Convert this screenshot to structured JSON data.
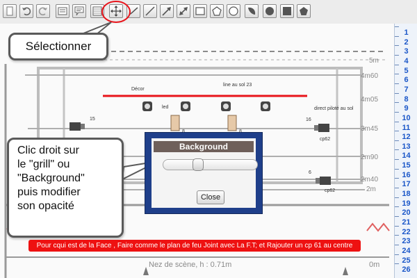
{
  "toolbar": {
    "tools": [
      "new-page",
      "undo",
      "redo",
      "text",
      "comment",
      "grid",
      "select-move",
      "curve",
      "line",
      "arrow",
      "double-arrow",
      "rectangle",
      "pentagon",
      "circle",
      "filled-shape",
      "filled-circle",
      "filled-square",
      "filled-pentagon"
    ]
  },
  "callouts": {
    "selectionner": "Sélectionner",
    "clic_droit": [
      "Clic droit sur",
      "le \"grill\" ou",
      "\"Background\"",
      "puis modifier",
      "son opacité"
    ]
  },
  "stage": {
    "decor": "Décor",
    "line_au_sol": "line au sol 23",
    "led": "led",
    "direct_pilote": "direct piloté au sol",
    "spot_15": "15",
    "spot_16": "16",
    "spot_6": "6",
    "cp62_a": "cp62",
    "cp62_b": "cp62",
    "num_8a": "8",
    "num_8b": "8",
    "heights": [
      "5m",
      "4m60",
      "4m05",
      "3m45",
      "2m90",
      "2m40",
      "2m"
    ],
    "nez": "Nez de scène, h : 0.71m",
    "zero": "0m"
  },
  "dialog": {
    "title": "Background",
    "opacity": 0.4,
    "close_label": "Close"
  },
  "banner": "Pour cqui est de la Face , Faire comme le plan de feu Joint avec La F.T; et Rajouter un cp 61 au centre",
  "ruler": {
    "numbers": [
      "1",
      "2",
      "3",
      "4",
      "5",
      "6",
      "7",
      "8",
      "9",
      "10",
      "11",
      "12",
      "13",
      "14",
      "15",
      "16",
      "17",
      "18",
      "19",
      "20",
      "21",
      "22",
      "23",
      "24",
      "25",
      "26"
    ]
  },
  "colors": {
    "highlight": "#e8141b",
    "ruler_text": "#1a56c8",
    "dialog_frame": "#1f3f8a",
    "banner": "#ee1111"
  }
}
